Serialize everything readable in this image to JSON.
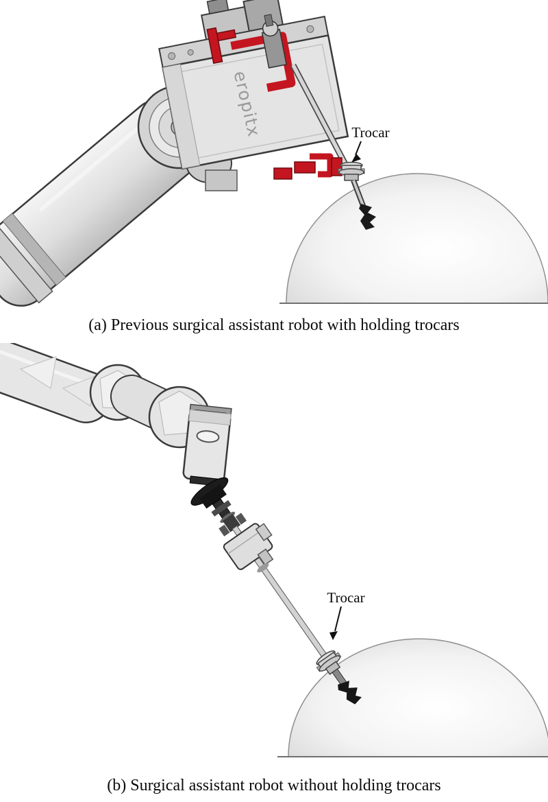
{
  "page": {
    "background": "#ffffff"
  },
  "panel_a": {
    "caption": "(a) Previous surgical assistant robot with holding trocars",
    "annotation": "Trocar",
    "brand_label": "eropitx"
  },
  "panel_b": {
    "caption": "(b) Surgical assistant robot without holding trocars",
    "annotation": "Trocar"
  },
  "colors": {
    "accent_red": "#c41620",
    "robot_gray": "#e3e3e3",
    "dome_gray": "#d9d9d9",
    "outline": "#3a3a3a",
    "black_parts": "#1a1a1a"
  }
}
